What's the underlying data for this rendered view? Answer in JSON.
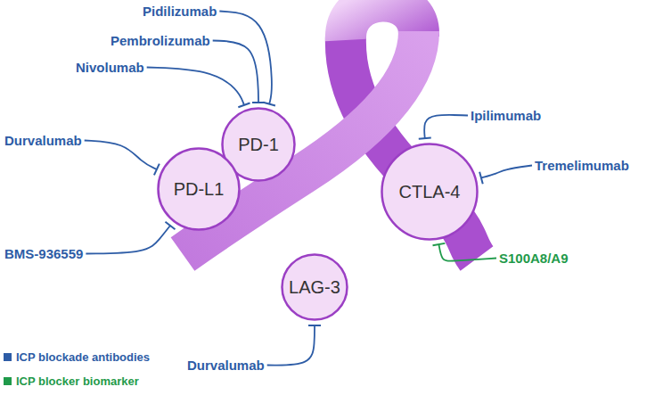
{
  "diagram": {
    "nodes": [
      {
        "text": [
          "Pidilizumab"
        ]
      },
      {
        "text": [
          "Pembrolizumab"
        ]
      },
      {
        "text": [
          "Nivolumab"
        ]
      },
      {
        "text": [
          "PD-1"
        ]
      },
      {
        "text": [
          "Durvalumab"
        ]
      },
      {
        "text": [
          "PD-L1"
        ]
      },
      {
        "text": [
          "Ipilimumab"
        ]
      },
      {
        "text": [
          "CTLA-4"
        ]
      },
      {
        "text": [
          "Tremelimumab"
        ]
      },
      {
        "text": [
          "BMS-936559"
        ]
      },
      {
        "text": [
          "S100A8/A9"
        ]
      },
      {
        "text": [
          "LAG-3"
        ]
      },
      {
        "text": [
          "Durvalumab"
        ]
      }
    ],
    "edges": [
      {
        "from": 0,
        "to": 3,
        "arrow": "to"
      },
      {
        "from": 1,
        "to": 3,
        "arrow": "to"
      },
      {
        "from": 2,
        "to": 3,
        "arrow": "to"
      },
      {
        "from": 4,
        "to": 5,
        "arrow": "to"
      },
      {
        "from": 9,
        "to": 5,
        "arrow": "to"
      },
      {
        "from": 6,
        "to": 7,
        "arrow": "to"
      },
      {
        "from": 8,
        "to": 7,
        "arrow": "to"
      },
      {
        "from": 10,
        "to": 7,
        "arrow": "to"
      },
      {
        "from": 12,
        "to": 11,
        "arrow": "to"
      }
    ],
    "legend": [
      {
        "text": "ICP blockade antibodies",
        "color": "#2d5ca6"
      },
      {
        "text": "ICP blocker biomarker",
        "color": "#1f9a4a"
      }
    ]
  }
}
